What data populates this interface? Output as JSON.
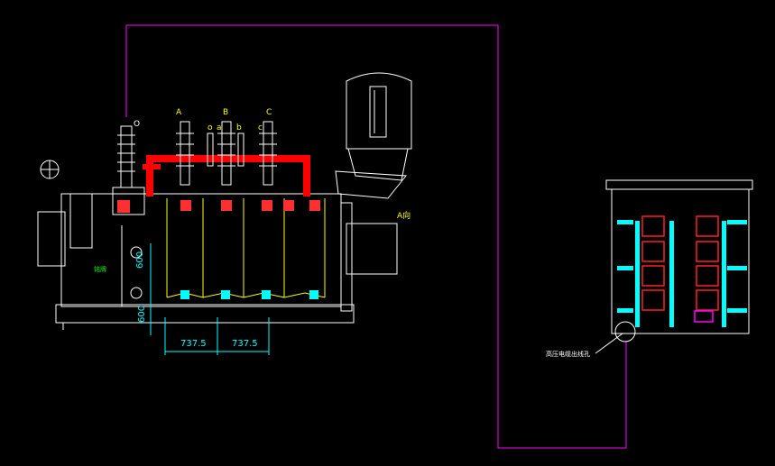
{
  "drawing": {
    "phase_labels": {
      "o": "O",
      "a": "A",
      "b": "B",
      "c": "C",
      "o_lv": "o",
      "a_lv": "a",
      "b_lv": "b",
      "c_lv": "c"
    },
    "view_label": "A向",
    "dimensions": {
      "bay1": "737.5",
      "bay2": "737.5",
      "v1": "600",
      "v2": "600"
    },
    "cable_note": "高压电缆出线孔",
    "small_text": "铭牌"
  },
  "colors": {
    "background": "#000000",
    "outline": "#ffffff",
    "bus": "#ff0000",
    "core": "#ffff00",
    "pipe": "#00ffff",
    "cable": "#ff00ff",
    "label": "#ffff00"
  }
}
